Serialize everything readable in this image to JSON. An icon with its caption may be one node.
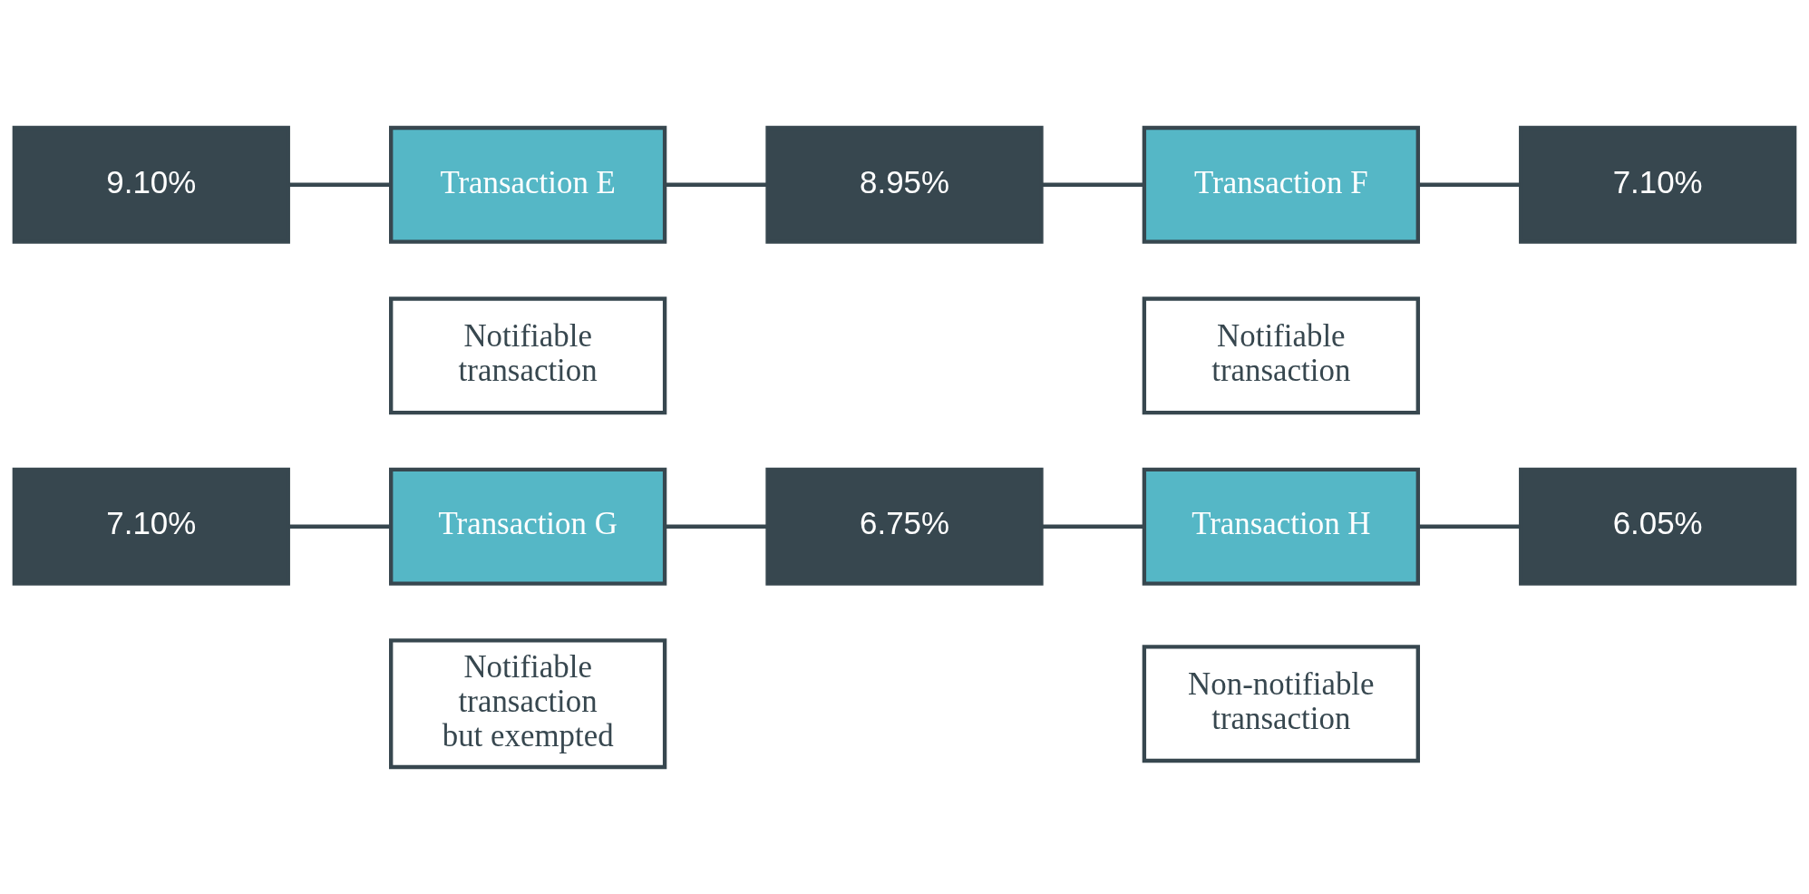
{
  "diagram": {
    "nodes": [
      {
        "text": [
          "9.10%"
        ]
      },
      {
        "text": [
          "Transaction E"
        ]
      },
      {
        "text": [
          "8.95%"
        ]
      },
      {
        "text": [
          "Transaction F"
        ]
      },
      {
        "text": [
          "7.10%"
        ]
      },
      {
        "text": [
          "Notifiable transaction"
        ]
      },
      {
        "text": [
          "Notifiable transaction"
        ]
      },
      {
        "text": [
          "7.10%"
        ]
      },
      {
        "text": [
          "Transaction G"
        ]
      },
      {
        "text": [
          "6.75%"
        ]
      },
      {
        "text": [
          "Transaction H"
        ]
      },
      {
        "text": [
          "6.05%"
        ]
      },
      {
        "text": [
          "Notifiable transaction but exempted"
        ]
      },
      {
        "text": [
          "Non-notifiable transaction"
        ]
      }
    ],
    "edges": [
      {
        "from": 0,
        "to": 1,
        "arrow": "none"
      },
      {
        "from": 1,
        "to": 2,
        "arrow": "none"
      },
      {
        "from": 2,
        "to": 3,
        "arrow": "none"
      },
      {
        "from": 3,
        "to": 4,
        "arrow": "none"
      },
      {
        "from": 7,
        "to": 8,
        "arrow": "none"
      },
      {
        "from": 8,
        "to": 9,
        "arrow": "none"
      },
      {
        "from": 9,
        "to": 10,
        "arrow": "none"
      },
      {
        "from": 10,
        "to": 11,
        "arrow": "none"
      }
    ]
  }
}
